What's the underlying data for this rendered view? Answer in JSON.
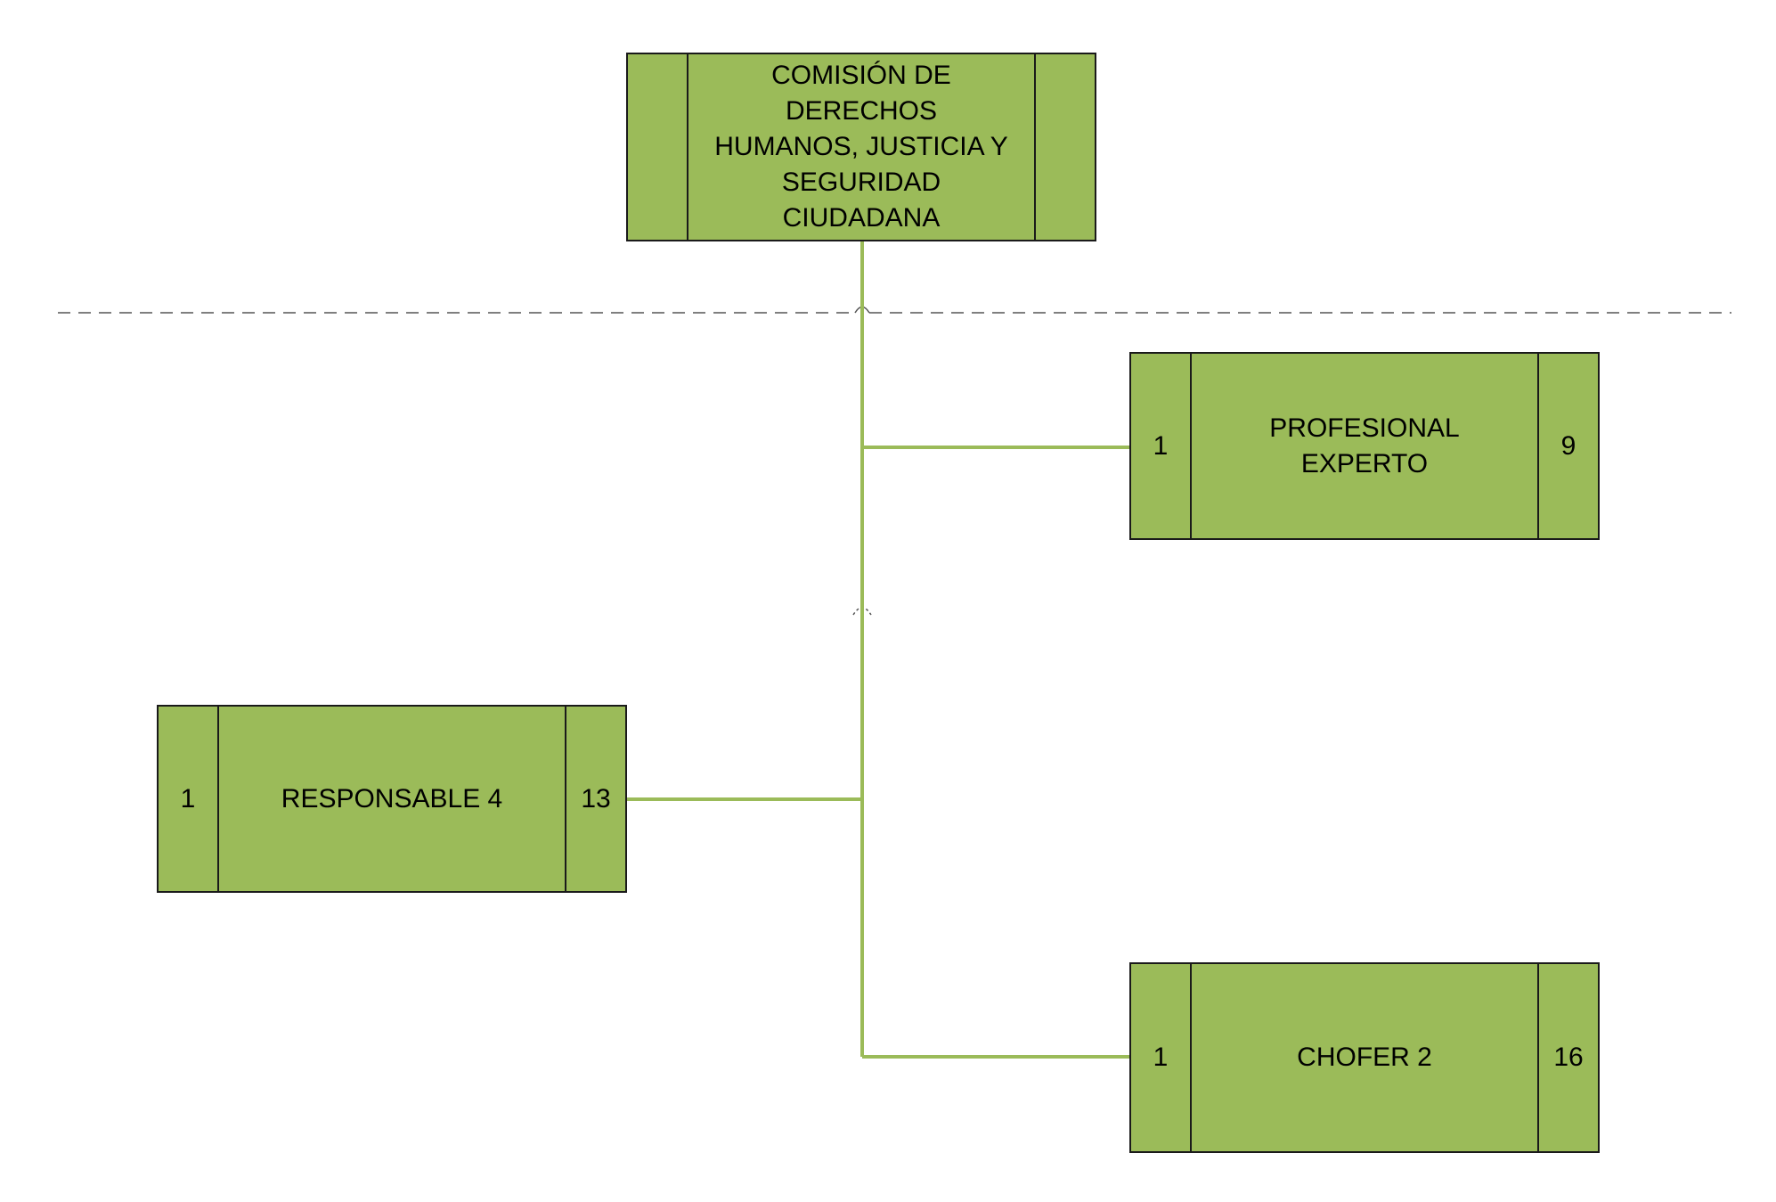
{
  "colors": {
    "box_fill": "#9bbb59",
    "box_border": "#1a1a1a",
    "connector": "#9bbb59",
    "separator": "#555555"
  },
  "root": {
    "title": "COMISIÓN DE\nDERECHOS\nHUMANOS, JUSTICIA Y\nSEGURIDAD\nCIUDADANA",
    "left_value": "",
    "right_value": ""
  },
  "positions": [
    {
      "left_value": "1",
      "title": "PROFESIONAL\nEXPERTO",
      "right_value": "9"
    },
    {
      "left_value": "1",
      "title": "RESPONSABLE 4",
      "right_value": "13"
    },
    {
      "left_value": "1",
      "title": "CHOFER 2",
      "right_value": "16"
    }
  ]
}
